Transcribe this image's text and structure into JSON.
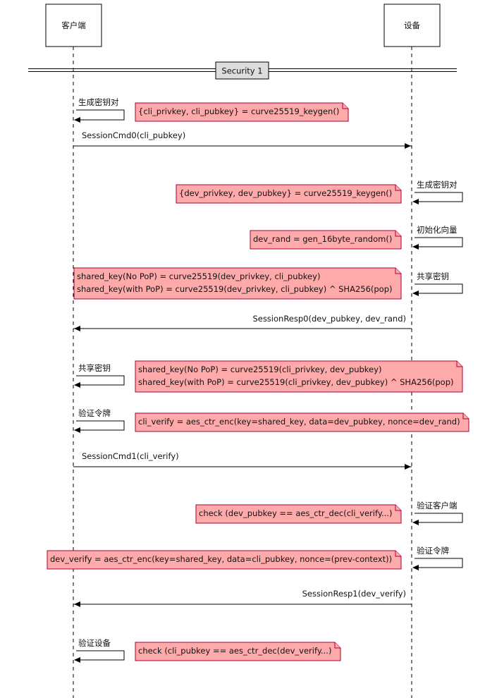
{
  "participants": {
    "client": "客户端",
    "device": "设备"
  },
  "divider": {
    "label": "Security 1"
  },
  "colors": {
    "note_fill": "#ffaaaa",
    "note_stroke": "#a80036",
    "divider_fill": "#dddddd",
    "line": "#000000"
  },
  "steps": [
    {
      "kind": "self",
      "side": "client",
      "label": "生成密钥对",
      "note": [
        "{cli_privkey, cli_pubkey} = curve25519_keygen()"
      ]
    },
    {
      "kind": "message",
      "direction": "to-device",
      "label": "SessionCmd0(cli_pubkey)"
    },
    {
      "kind": "self",
      "side": "device",
      "label": "生成密钥对",
      "note": [
        "{dev_privkey, dev_pubkey} = curve25519_keygen()"
      ]
    },
    {
      "kind": "self",
      "side": "device",
      "label": "初始化向量",
      "note": [
        "dev_rand = gen_16byte_random()"
      ]
    },
    {
      "kind": "self",
      "side": "device",
      "label": "共享密钥",
      "note": [
        "shared_key(No PoP) = curve25519(dev_privkey, cli_pubkey)",
        "shared_key(with PoP) = curve25519(dev_privkey, cli_pubkey) ^ SHA256(pop)"
      ]
    },
    {
      "kind": "message",
      "direction": "to-client",
      "label": "SessionResp0(dev_pubkey, dev_rand)"
    },
    {
      "kind": "self",
      "side": "client",
      "label": "共享密钥",
      "note": [
        "shared_key(No PoP) = curve25519(cli_privkey, dev_pubkey)",
        "shared_key(with PoP) = curve25519(cli_privkey, dev_pubkey) ^ SHA256(pop)"
      ]
    },
    {
      "kind": "self",
      "side": "client",
      "label": "验证令牌",
      "note": [
        "cli_verify = aes_ctr_enc(key=shared_key, data=dev_pubkey, nonce=dev_rand)"
      ]
    },
    {
      "kind": "message",
      "direction": "to-device",
      "label": "SessionCmd1(cli_verify)"
    },
    {
      "kind": "self",
      "side": "device",
      "label": "验证客户端",
      "note": [
        "check (dev_pubkey == aes_ctr_dec(cli_verify...)"
      ]
    },
    {
      "kind": "self",
      "side": "device",
      "label": "验证令牌",
      "note": [
        "dev_verify = aes_ctr_enc(key=shared_key, data=cli_pubkey, nonce=(prev-context))"
      ]
    },
    {
      "kind": "message",
      "direction": "to-client",
      "label": "SessionResp1(dev_verify)"
    },
    {
      "kind": "self",
      "side": "client",
      "label": "验证设备",
      "note": [
        "check (cli_pubkey == aes_ctr_dec(dev_verify...)"
      ]
    }
  ]
}
